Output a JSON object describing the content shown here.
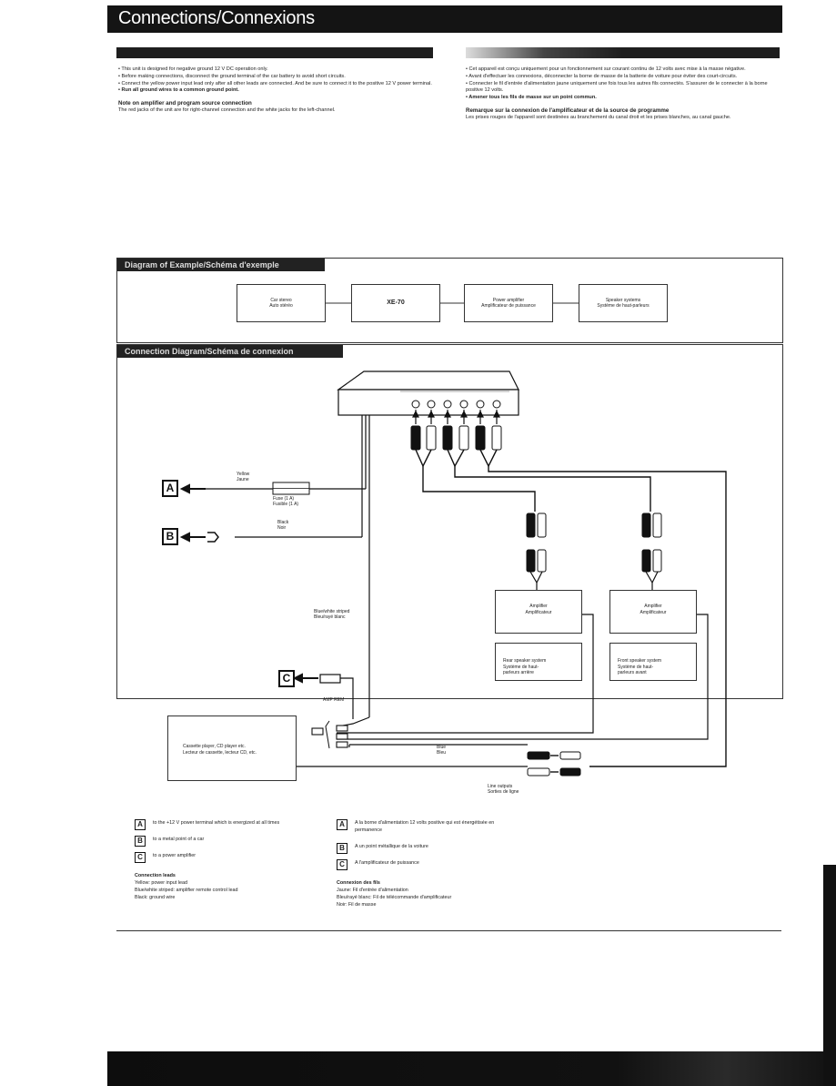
{
  "page": {
    "title": "Connections/Connexions"
  },
  "en": {
    "bullets": [
      "• This unit is designed for negative ground 12 V DC operation only.",
      "• Before making connections, disconnect the ground terminal of the car battery to avoid short circuits.",
      "• Connect the yellow power input lead only after all other leads are connected. And be sure to connect it to the positive 12 V power terminal."
    ],
    "bold_bullet": "• Run all ground wires to a common ground point.",
    "note_head": "Note on amplifier and program source connection",
    "note_text": "The red jacks of the unit are for right-channel connection and the white jacks for the left-channel."
  },
  "fr": {
    "bullets": [
      "• Cet appareil est conçu uniquement pour un fonctionnement sur courant continu de 12 volts avec mise à la masse négative.",
      "• Avant d'effectuer les connexions, déconnecter la borne de masse de la batterie de voiture pour éviter des court-circuits.",
      "• Connecter le fil d'entrée d'alimentation jaune uniquement une fois tous les autres fils connectés. S'assurer de le connecter à la borne positive 12 volts."
    ],
    "bold_bullet": "• Amener tous les fils de masse sur un point commun.",
    "note_head": "Remarque sur la connexion de l'amplificateur et de la source de programme",
    "note_text": "Les prises rouges de l'appareil sont destinées au branchement du canal droit et les prises blanches, au canal gauche."
  },
  "example": {
    "heading": "Diagram of Example/Schéma d'exemple",
    "boxes": [
      {
        "line1": "Car stereo",
        "line2": "Auto stéréo"
      },
      {
        "line1": "XE-70",
        "line2": ""
      },
      {
        "line1": "Power amplifier",
        "line2": "Amplificateur de puissance"
      },
      {
        "line1": "Speaker systems",
        "line2": "Système de haut-parleurs"
      }
    ]
  },
  "connection": {
    "heading": "Connection Diagram/Schéma de connexion",
    "wire_labels": {
      "yellow": "Yellow",
      "jaune": "Jaune",
      "fuse": "Fuse (1 A)",
      "fusible": "Fusible (1 A)",
      "black": "Black",
      "noir": "Noir",
      "bluewhite": "Blue/white striped",
      "bleuraye": "Bleu/rayé blanc",
      "ampRem": "AMP REM",
      "blue": "Blue",
      "bleu": "Bleu",
      "lineOut": "Line outputs",
      "sorties": "Sorties de ligne"
    },
    "keys": {
      "a": "A",
      "b": "B",
      "c": "C"
    },
    "devices": {
      "source_l1": "Cassette player, CD player etc.",
      "source_l2": "Lecteur de cassette, lecteur CD, etc.",
      "amp1_l1": "Amplifier",
      "amp1_l2": "Amplificateur",
      "amp2_l1": "Amplifier",
      "amp2_l2": "Amplificateur",
      "rear_l1": "Rear speaker system",
      "rear_l2": "Système de haut-",
      "rear_l3": "parleurs arrière",
      "front_l1": "Front speaker system",
      "front_l2": "Système de haut-",
      "front_l3": "parleurs avant"
    }
  },
  "legend_en": {
    "a": "to the +12 V power terminal which is energized at all times",
    "b": "to a metal point of a car",
    "c": "to a power amplifier",
    "leads_head": "Connection leads",
    "leads": [
      "Yellow: power input lead",
      "Blue/white striped: amplifier remote control lead",
      "Black: ground wire"
    ]
  },
  "legend_fr": {
    "a": "A la borne d'alimentation 12 volts positive qui est énergétisée en permanence",
    "b": "A un point métallique de la voiture",
    "c": "A l'amplificateur de puissance",
    "leads_head": "Connexion des fils",
    "leads": [
      "Jaune: Fil d'entrée d'alimentation",
      "Bleu/rayé blanc: Fil de télécommande d'amplificateur",
      "Noir: Fil de masse"
    ]
  }
}
